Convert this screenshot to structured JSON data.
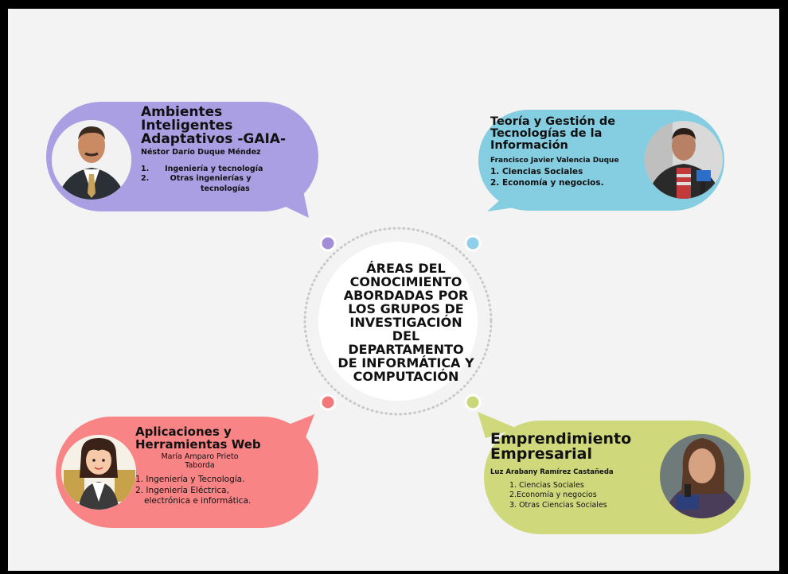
{
  "center": {
    "lines": [
      "ÁREAS DEL",
      "CONOCIMIENTO",
      "ABORDADAS POR",
      "LOS GRUPOS DE",
      "INVESTIGACIÓN",
      "DEL",
      "DEPARTAMENTO",
      "DE INFORMÁTICA Y",
      "COMPUTACIÓN"
    ]
  },
  "groups": [
    {
      "title_lines": [
        "Ambientes",
        "Inteligentes",
        "Adaptativos -GAIA-"
      ],
      "person": "Néstor Darío Duque Méndez",
      "items": [
        "1.      Ingeniería y tecnología",
        "2.        Otras ingenierías y",
        "tecnologías"
      ],
      "color": "#ab9fe3"
    },
    {
      "title_lines": [
        "Teoría y Gestión de",
        "Tecnologías de la",
        "Información"
      ],
      "person": "Francisco Javier Valencia Duque",
      "items": [
        "1. Ciencias Sociales",
        "2. Economía y negocios."
      ],
      "color": "#85cde0"
    },
    {
      "title_lines": [
        "Aplicaciones y",
        "Herramientas Web"
      ],
      "person_lines": [
        "María Amparo Prieto",
        "Taborda"
      ],
      "items": [
        "1. Ingeniería y Tecnología.",
        "2. Ingeniería Eléctrica,",
        "electrónica e informática."
      ],
      "color": "#f88486"
    },
    {
      "title_lines": [
        "Emprendimiento",
        "Empresarial"
      ],
      "person": "Luz Arabany Ramírez Castañeda",
      "items": [
        "1. Ciencias Sociales",
        "2.Economía y negocios",
        "3. Otras Ciencias Sociales"
      ],
      "color": "#cfd97b"
    }
  ],
  "dots": {
    "purple": "#a58ed8",
    "blue": "#8ed0ea",
    "red": "#f3787a",
    "green": "#cad879"
  }
}
